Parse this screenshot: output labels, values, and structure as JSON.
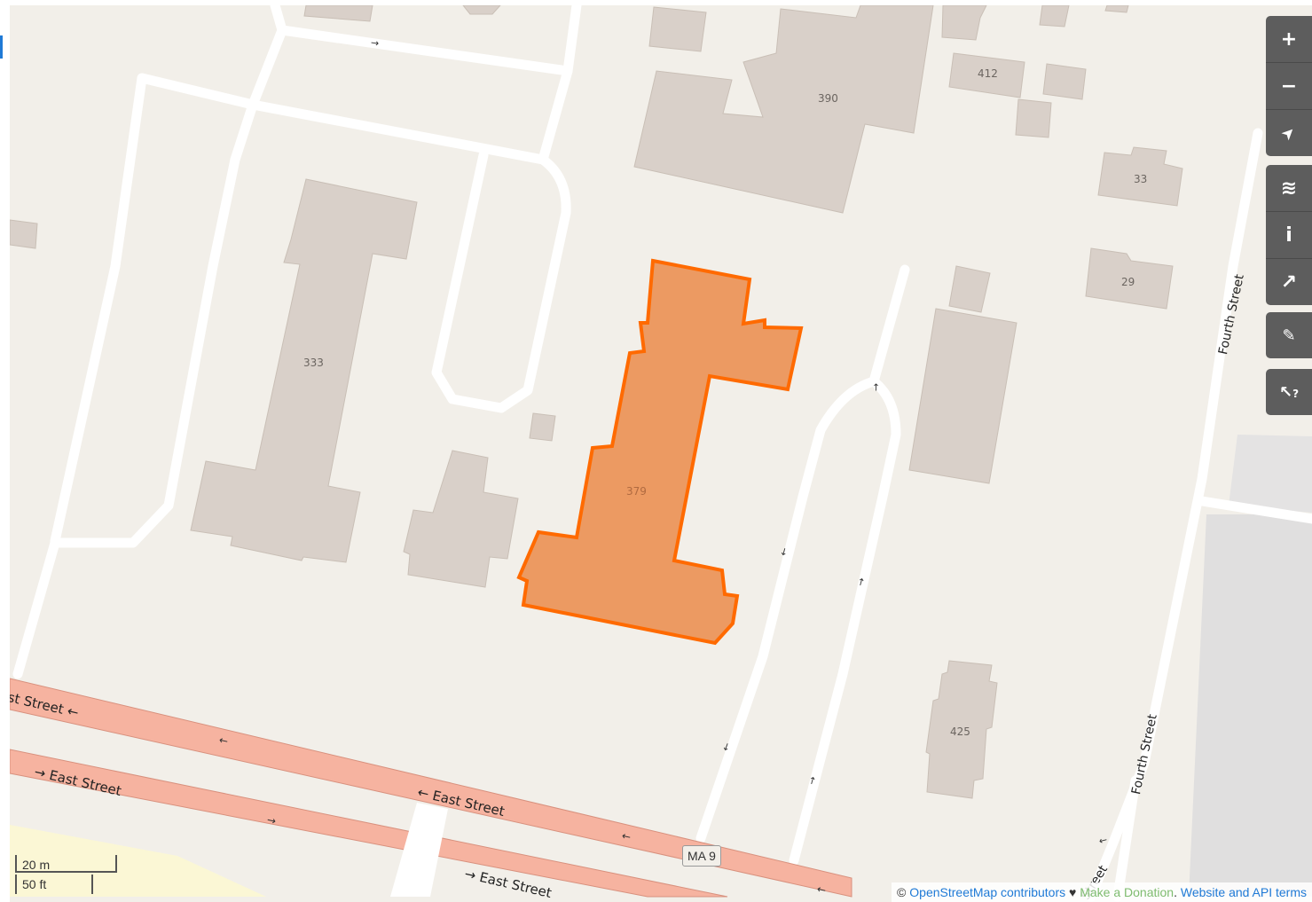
{
  "map": {
    "buildings": [
      {
        "label": "390"
      },
      {
        "label": "412"
      },
      {
        "label": "33"
      },
      {
        "label": "29"
      },
      {
        "label": "333"
      },
      {
        "label": "379",
        "selected": true
      },
      {
        "label": "425"
      }
    ],
    "streets": {
      "east_street_1": "ıst Street",
      "east_street_2": "East Street",
      "east_street_3": "East Street",
      "east_street_4": "East Street",
      "fourth_street_1": "Fourth Street",
      "fourth_street_2": "Fourth Street",
      "partial_street": "Street",
      "route_shield": "MA 9"
    },
    "colors": {
      "land": "#f2efe9",
      "building": "#d9d0c9",
      "primary_road": "#f6b3a0",
      "selected_fill": "#ec9a62",
      "selected_stroke": "#ff6a00",
      "path": "#ffffff",
      "controls": "#5d5d5d"
    }
  },
  "controls": {
    "zoom_in": "+",
    "zoom_out": "−",
    "locate": "➤",
    "layers": "≋",
    "info": "i",
    "share": "↗",
    "note": "✎",
    "query": "?"
  },
  "scale": {
    "metric": "20 m",
    "imperial": "50 ft"
  },
  "attribution": {
    "copyright": "©",
    "osm": "OpenStreetMap contributors",
    "heart": "♥",
    "donate": "Make a Donation",
    "terms": "Website and API terms"
  }
}
